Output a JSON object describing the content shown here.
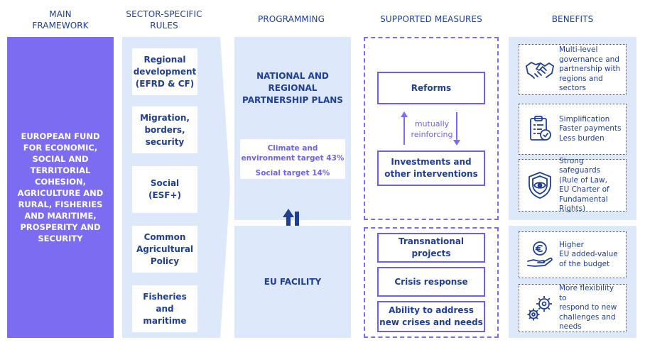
{
  "headers": {
    "main_framework": "MAIN\nFRAMEWORK",
    "sector_rules": "SECTOR-SPECIFIC\nRULES",
    "programming": "PROGRAMMING",
    "supported_measures": "SUPPORTED MEASURES",
    "benefits": "BENEFITS"
  },
  "main_framework": {
    "text": "EUROPEAN FUND FOR ECONOMIC, SOCIAL AND TERRITORIAL COHESION, AGRICULTURE AND RURAL, FISHERIES AND MARITIME, PROSPERITY AND SECURITY"
  },
  "sector_rules": [
    "Regional\ndevelopment\n(EFRD & CF)",
    "Migration,\nborders,\nsecurity",
    "Social\n(ESF+)",
    "Common\nAgricultural\nPolicy",
    "Fisheries\nand\nmaritime"
  ],
  "programming": {
    "plans_title": "NATIONAL AND\nREGIONAL\nPARTNERSHIP PLANS",
    "climate_target": "Climate and\nenvironment target 43%",
    "social_target": "Social target 14%",
    "facility_title": "EU FACILITY"
  },
  "measures": {
    "reforms": "Reforms",
    "mutually": "mutually\nreinforcing",
    "investments": "Investments and\nother interventions",
    "transnational": "Transnational\nprojects",
    "crisis": "Crisis response",
    "ability": "Ability to address\nnew crises and needs"
  },
  "benefits": [
    {
      "icon": "handshake-icon",
      "text": "Multi-level\ngovernance and\npartnership with\nregions and\nsectors"
    },
    {
      "icon": "clipboard-check-icon",
      "text": "Simplification\nFaster payments\nLess burden"
    },
    {
      "icon": "shield-eye-icon",
      "text": "Strong safeguards\n(Rule of Law,\nEU Charter of\nFundamental\nRights)"
    },
    {
      "icon": "euro-hand-icon",
      "text": "Higher\nEU added-value\nof the budget"
    },
    {
      "icon": "gears-icon",
      "text": "More flexibility to\nrespond to new\nchallenges and\nneeds"
    }
  ],
  "colors": {
    "purple": "#7b6cf1",
    "light_blue": "#dde9fb",
    "navy": "#1f3f95"
  }
}
